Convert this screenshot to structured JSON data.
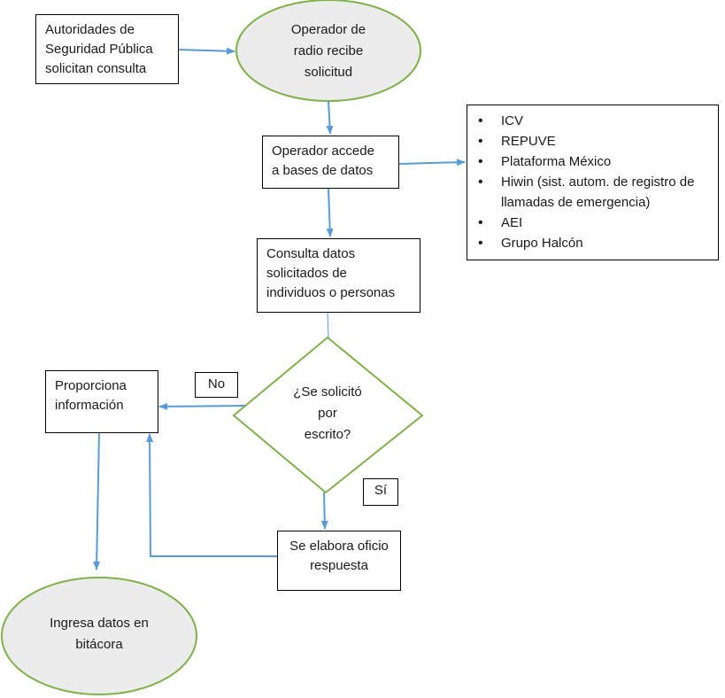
{
  "colors": {
    "ellipse_fill": "#ececec",
    "ellipse_stroke": "#7fb24a",
    "diamond_stroke": "#7fb24a",
    "arrow": "#5b9bd5",
    "box_border": "#000000"
  },
  "nodes": {
    "request": [
      "Autoridades de",
      "Seguridad Pública",
      "solicitan consulta"
    ],
    "radio_operator": [
      "Operador de",
      "radio recibe",
      "solicitud"
    ],
    "access_db": [
      "Operador accede",
      "a bases de datos"
    ],
    "query": [
      "Consulta datos",
      "solicitados de",
      "individuos o personas"
    ],
    "decision": [
      "¿Se solicitó",
      "por",
      "escrito?"
    ],
    "provide_info": [
      "Proporciona",
      "información"
    ],
    "draft_letter": [
      "Se elabora oficio",
      "respuesta"
    ],
    "log_entry": [
      "Ingresa datos en",
      "bitácora"
    ]
  },
  "labels": {
    "no": "No",
    "yes": "Sí"
  },
  "databases": [
    "ICV",
    "REPUVE",
    "Plataforma México",
    "Hiwin (sist. autom. de registro de llamadas de emergencia)",
    "AEI",
    "Grupo Halcón"
  ]
}
